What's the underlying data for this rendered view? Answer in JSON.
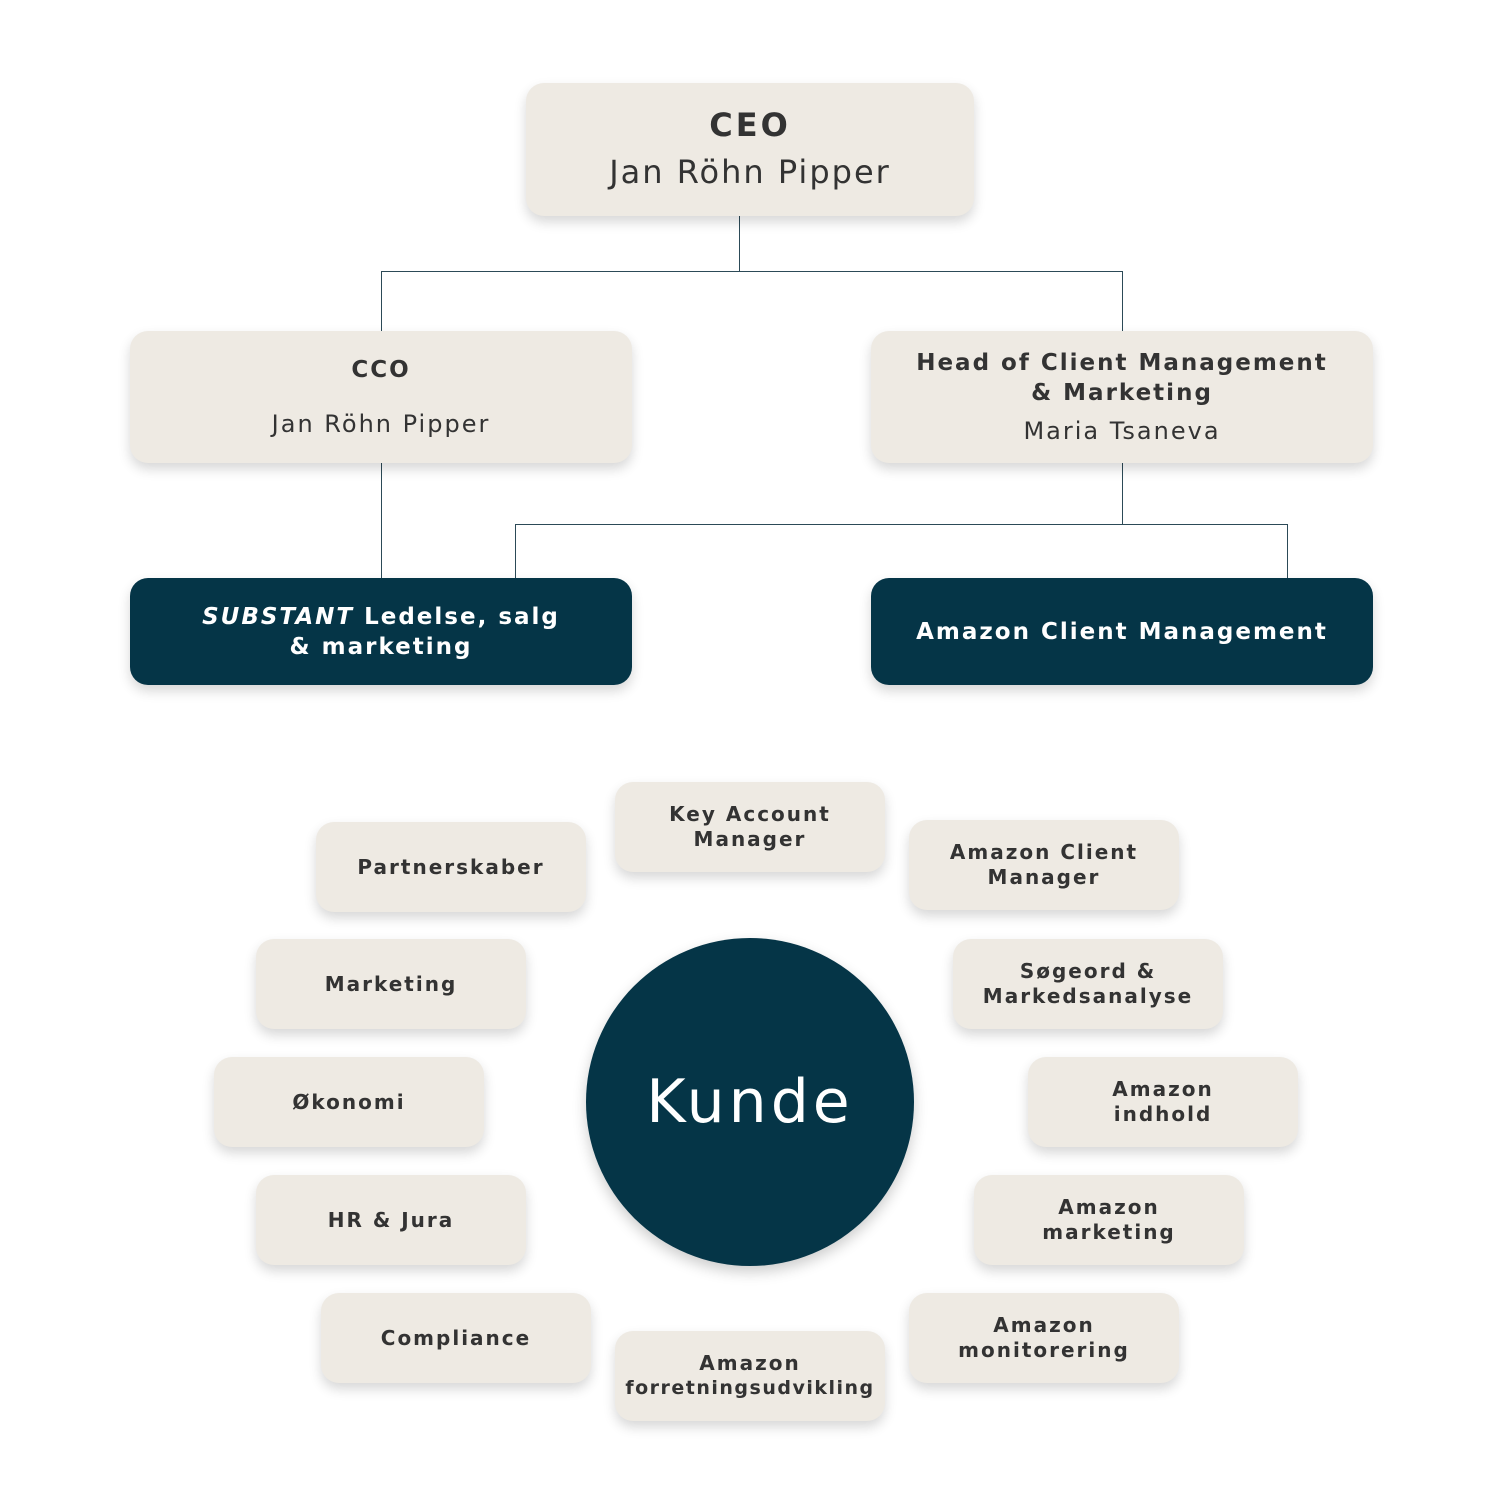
{
  "org": {
    "ceo": {
      "role": "CEO",
      "name": "Jan Röhn Pipper"
    },
    "cco": {
      "role": "CCO",
      "name": "Jan Röhn Pipper"
    },
    "head": {
      "role_line1": "Head of Client Management",
      "role_line2": "& Marketing",
      "name": "Maria Tsaneva"
    },
    "substant": {
      "brand": "SUBSTANT",
      "line1_rest": " Ledelse, salg",
      "line2": "& marketing"
    },
    "amazon_cm": {
      "label": "Amazon Client Management"
    }
  },
  "center": {
    "label": "Kunde"
  },
  "pills": {
    "key_account": [
      "Key Account",
      "Manager"
    ],
    "partnerskaber": [
      "Partnerskaber"
    ],
    "amazon_client_manager": [
      "Amazon Client",
      "Manager"
    ],
    "marketing": [
      "Marketing"
    ],
    "soegeord": [
      "Søgeord &",
      "Markedsanalyse"
    ],
    "oekonomi": [
      "Økonomi"
    ],
    "amazon_indhold": [
      "Amazon",
      "indhold"
    ],
    "hr_jura": [
      "HR & Jura"
    ],
    "amazon_marketing": [
      "Amazon",
      "marketing"
    ],
    "compliance": [
      "Compliance"
    ],
    "amazon_monitorering": [
      "Amazon",
      "monitorering"
    ],
    "amazon_forretning": [
      "Amazon",
      "forretningsudvikling"
    ]
  },
  "colors": {
    "box": "#eeeae3",
    "dark": "#053547",
    "line": "#2c4a57"
  }
}
